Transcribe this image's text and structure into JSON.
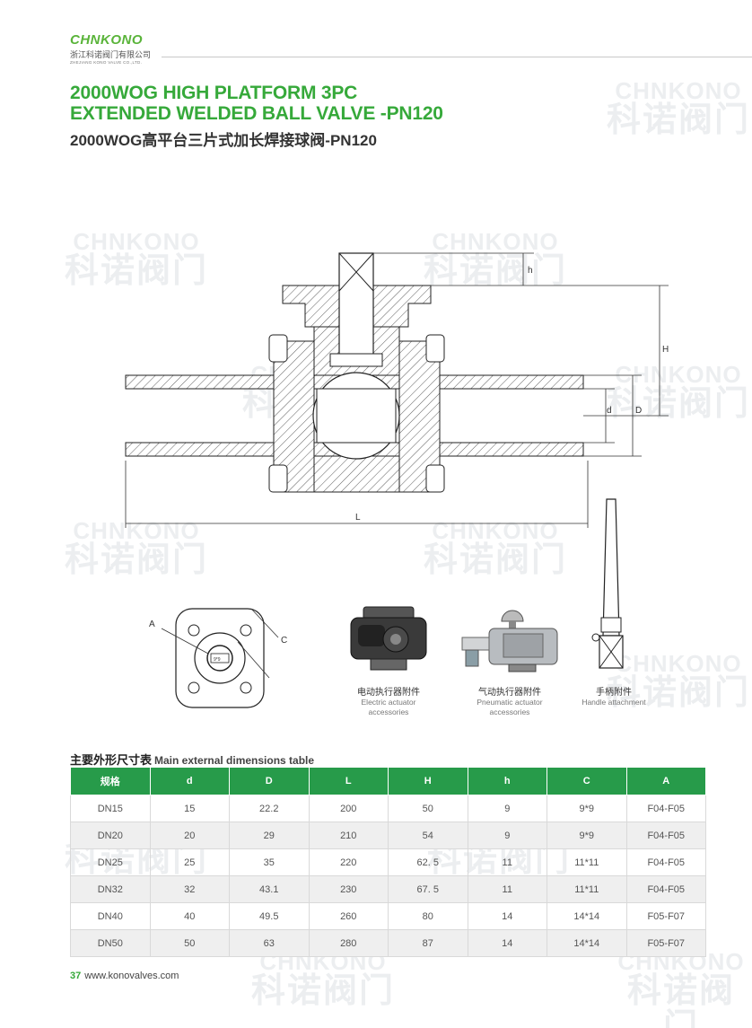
{
  "brand": {
    "logo_text": "CHNKONO",
    "company_cn": "浙江科诺阀门有限公司",
    "company_en": "ZHEJIANG KONO VALVE CO.,LTD."
  },
  "watermark": {
    "en": "CHNKONO",
    "cn": "科诺阀门"
  },
  "title": {
    "line1": "2000WOG HIGH PLATFORM 3PC",
    "line2": "EXTENDED WELDED BALL VALVE -PN120",
    "cn": "2000WOG高平台三片式加长焊接球阀-PN120"
  },
  "drawing_labels": {
    "h": "h",
    "H": "H",
    "d": "d",
    "D": "D",
    "L": "L",
    "A": "A",
    "C": "C",
    "stem_mark": "9*9"
  },
  "accessories": [
    {
      "cn": "电动执行器附件",
      "en_line1": "Electric actuator",
      "en_line2": "accessories"
    },
    {
      "cn": "气动执行器附件",
      "en_line1": "Pneumatic actuator",
      "en_line2": "accessories"
    },
    {
      "cn": "手柄附件",
      "en_line1": "Handle attachment",
      "en_line2": ""
    }
  ],
  "table": {
    "heading_cn": "主要外形尺寸表",
    "heading_en": "Main external dimensions table",
    "headers": [
      "规格",
      "d",
      "D",
      "L",
      "H",
      "h",
      "C",
      "A"
    ],
    "rows": [
      [
        "DN15",
        "15",
        "22.2",
        "200",
        "50",
        "9",
        "9*9",
        "F04-F05"
      ],
      [
        "DN20",
        "20",
        "29",
        "210",
        "54",
        "9",
        "9*9",
        "F04-F05"
      ],
      [
        "DN25",
        "25",
        "35",
        "220",
        "62. 5",
        "11",
        "11*11",
        "F04-F05"
      ],
      [
        "DN32",
        "32",
        "43.1",
        "230",
        "67. 5",
        "11",
        "11*11",
        "F04-F05"
      ],
      [
        "DN40",
        "40",
        "49.5",
        "260",
        "80",
        "14",
        "14*14",
        "F05-F07"
      ],
      [
        "DN50",
        "50",
        "63",
        "280",
        "87",
        "14",
        "14*14",
        "F05-F07"
      ]
    ]
  },
  "footer": {
    "page": "37",
    "url": "www.konovalves.com"
  }
}
